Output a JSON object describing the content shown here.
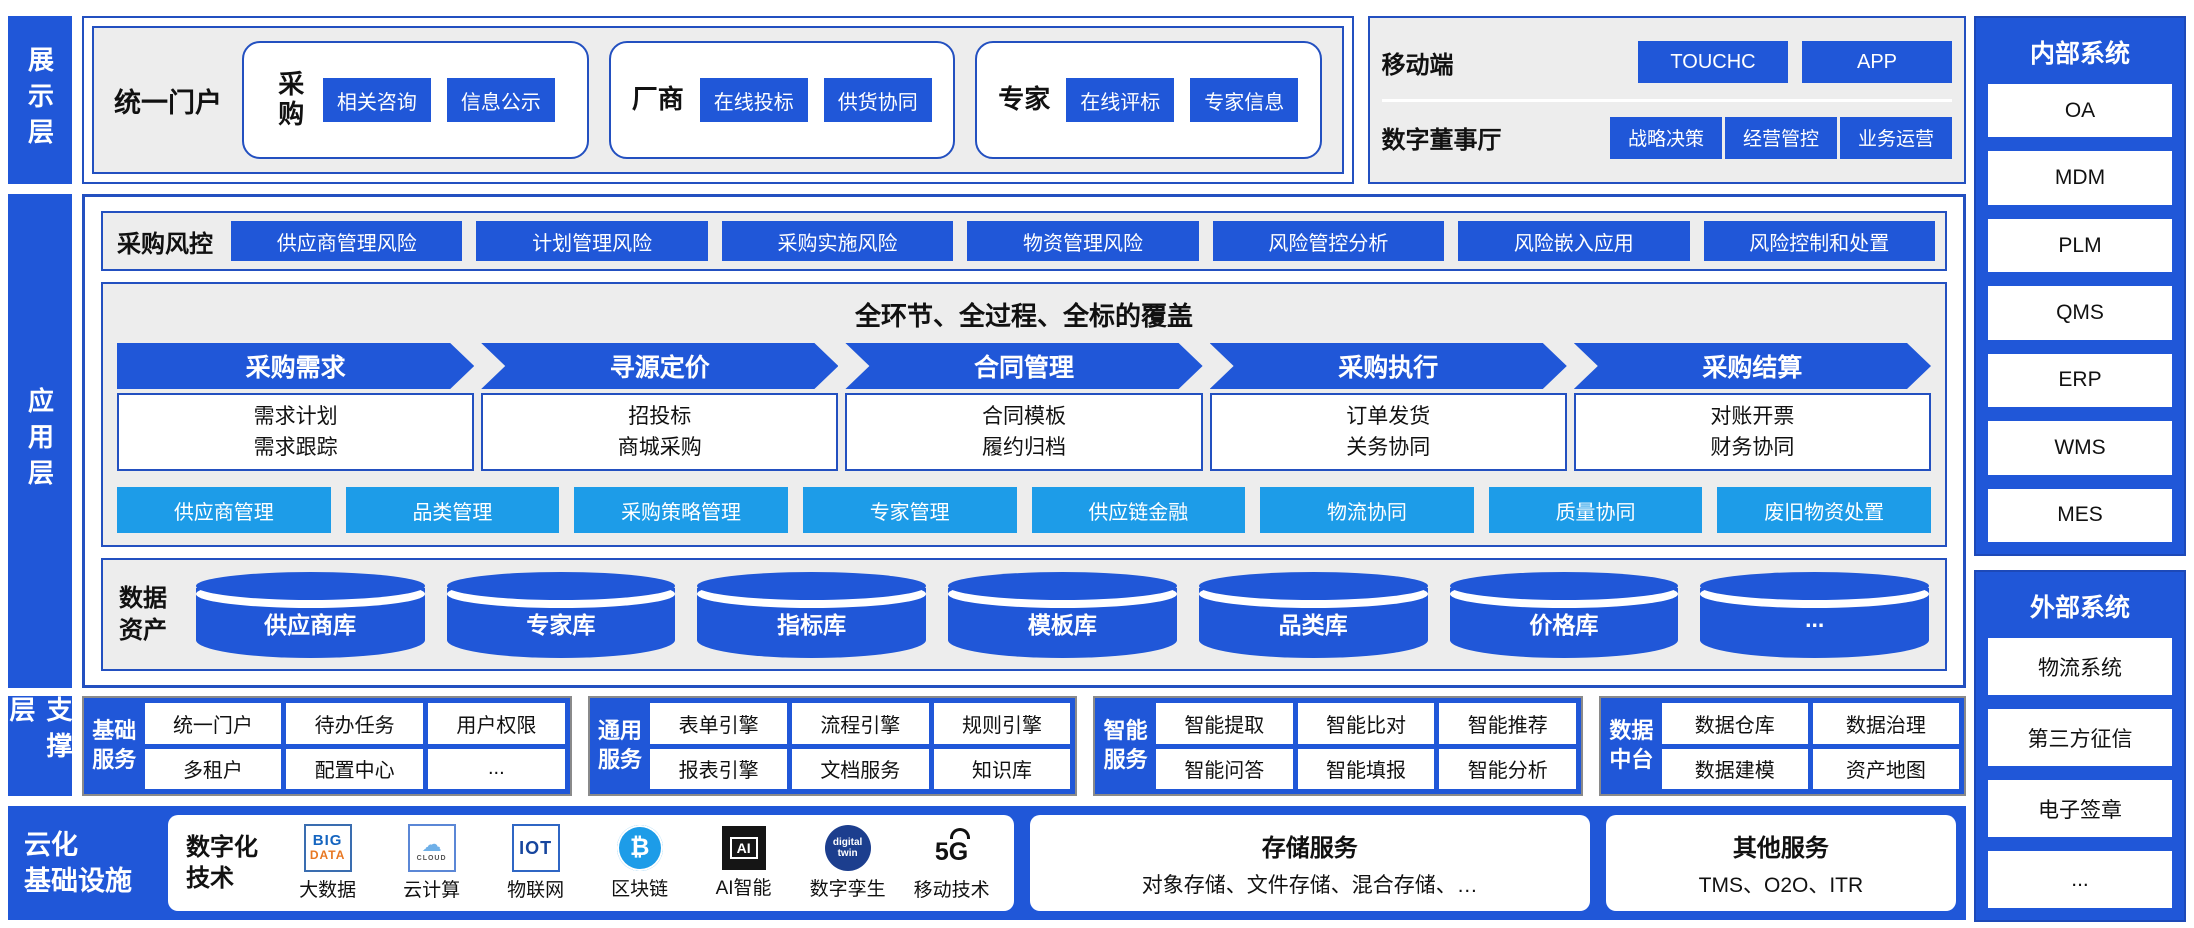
{
  "colors": {
    "primary_blue": "#2057d8",
    "light_blue": "#1d9ce8",
    "panel_gray": "#ededed",
    "border_blue": "#2350c0"
  },
  "layers": {
    "display": "展示层",
    "application": "应用层",
    "support": "支撑层"
  },
  "display": {
    "portal_label": "统一门户",
    "groups": [
      {
        "role": "采购",
        "items": [
          "相关咨询",
          "信息公示"
        ]
      },
      {
        "role": "厂商",
        "items": [
          "在线投标",
          "供货协同"
        ]
      },
      {
        "role": "专家",
        "items": [
          "在线评标",
          "专家信息"
        ]
      }
    ],
    "mobile": {
      "label": "移动端",
      "items": [
        "TOUCHC",
        "APP"
      ]
    },
    "boardroom": {
      "label": "数字董事厅",
      "items": [
        "战略决策",
        "经营管控",
        "业务运营"
      ]
    }
  },
  "app": {
    "risk": {
      "label": "采购风控",
      "items": [
        "供应商管理风险",
        "计划管理风险",
        "采购实施风险",
        "物资管理风险",
        "风险管控分析",
        "风险嵌入应用",
        "风险控制和处置"
      ]
    },
    "process": {
      "title": "全环节、全过程、全标的覆盖",
      "stages": [
        {
          "name": "采购需求",
          "subs": [
            "需求计划",
            "需求跟踪"
          ]
        },
        {
          "name": "寻源定价",
          "subs": [
            "招投标",
            "商城采购"
          ]
        },
        {
          "name": "合同管理",
          "subs": [
            "合同模板",
            "履约归档"
          ]
        },
        {
          "name": "采购执行",
          "subs": [
            "订单发货",
            "关务协同"
          ]
        },
        {
          "name": "采购结算",
          "subs": [
            "对账开票",
            "财务协同"
          ]
        }
      ]
    },
    "modules": [
      "供应商管理",
      "品类管理",
      "采购策略管理",
      "专家管理",
      "供应链金融",
      "物流协同",
      "质量协同",
      "废旧物资处置"
    ],
    "data_assets": {
      "label": "数据资产",
      "items": [
        "供应商库",
        "专家库",
        "指标库",
        "模板库",
        "品类库",
        "价格库",
        "..."
      ]
    }
  },
  "support": {
    "groups": [
      {
        "label": "基础服务",
        "cells": [
          "统一门户",
          "待办任务",
          "用户权限",
          "多租户",
          "配置中心",
          "..."
        ]
      },
      {
        "label": "通用服务",
        "cells": [
          "表单引擎",
          "流程引擎",
          "规则引擎",
          "报表引擎",
          "文档服务",
          "知识库"
        ]
      },
      {
        "label": "智能服务",
        "cells": [
          "智能提取",
          "智能比对",
          "智能推荐",
          "智能问答",
          "智能填报",
          "智能分析"
        ]
      },
      {
        "label": "数据中台",
        "cells": [
          "数据仓库",
          "数据治理",
          "数据建模",
          "资产地图"
        ]
      }
    ]
  },
  "infra": {
    "label_line1": "云化",
    "label_line2": "基础设施",
    "tech_label": "数字化技术",
    "tech_items": [
      {
        "icon": "big-data-icon",
        "icon_text_top": "BIG",
        "icon_text_bottom": "DATA",
        "name": "大数据"
      },
      {
        "icon": "cloud-icon",
        "icon_glyph": "☁",
        "icon_text": "CLOUD",
        "name": "云计算"
      },
      {
        "icon": "iot-icon",
        "icon_text": "IOT",
        "name": "物联网"
      },
      {
        "icon": "blockchain-icon",
        "icon_text": "₿",
        "name": "区块链"
      },
      {
        "icon": "ai-chip-icon",
        "icon_text": "AI",
        "name": "AI智能"
      },
      {
        "icon": "digital-twin-icon",
        "icon_text": "digital twin",
        "name": "数字孪生"
      },
      {
        "icon": "5g-icon",
        "icon_text": "5G",
        "name": "移动技术"
      }
    ],
    "storage": {
      "title": "存储服务",
      "desc": "对象存储、文件存储、混合存储、…"
    },
    "other": {
      "title": "其他服务",
      "desc": "TMS、O2O、ITR"
    }
  },
  "internal_systems": {
    "title": "内部系统",
    "items": [
      "OA",
      "MDM",
      "PLM",
      "QMS",
      "ERP",
      "WMS",
      "MES"
    ]
  },
  "external_systems": {
    "title": "外部系统",
    "items": [
      "物流系统",
      "第三方征信",
      "电子签章",
      "..."
    ]
  }
}
